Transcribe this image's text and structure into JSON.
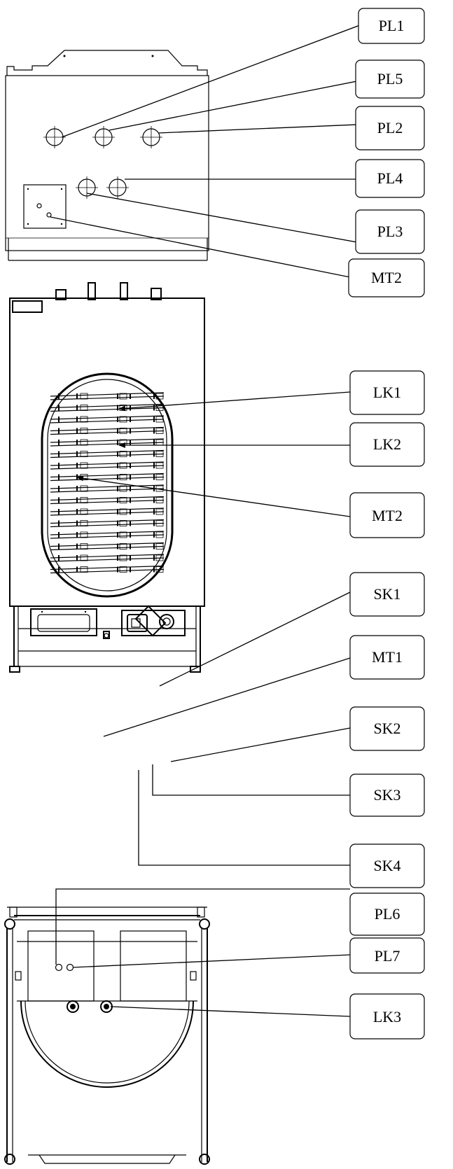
{
  "labels": {
    "pl1": "PL1",
    "pl5": "PL5",
    "pl2": "PL2",
    "pl4": "PL4",
    "pl3": "PL3",
    "mt2_top": "MT2",
    "lk1": "LK1",
    "lk2": "LK2",
    "mt2_front": "MT2",
    "sk1": "SK1",
    "mt1": "MT1",
    "sk2": "SK2",
    "sk3": "SK3",
    "sk4": "SK4",
    "pl6": "PL6",
    "pl7": "PL7",
    "lk3": "LK3"
  }
}
